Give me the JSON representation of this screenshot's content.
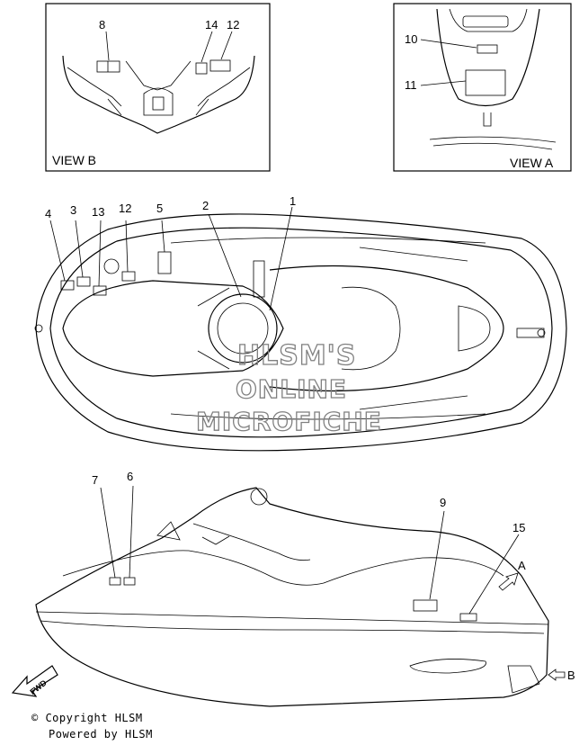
{
  "views": {
    "view_b": "VIEW B",
    "view_a": "VIEW A"
  },
  "callouts": {
    "c1": "1",
    "c2": "2",
    "c3": "3",
    "c4": "4",
    "c5": "5",
    "c6": "6",
    "c7": "7",
    "c8": "8",
    "c9": "9",
    "c10": "10",
    "c11": "11",
    "c12_top": "12",
    "c12_viewb": "12",
    "c13": "13",
    "c14": "14",
    "c15": "15"
  },
  "arrows": {
    "a": "A",
    "b": "B",
    "fwd": "FWD"
  },
  "watermark": {
    "line1": "HLSM'S",
    "line2": "ONLINE",
    "line3": "MICROFICHE"
  },
  "footer": {
    "copyright": "© Copyright HLSM",
    "powered": "Powered by HLSM"
  }
}
